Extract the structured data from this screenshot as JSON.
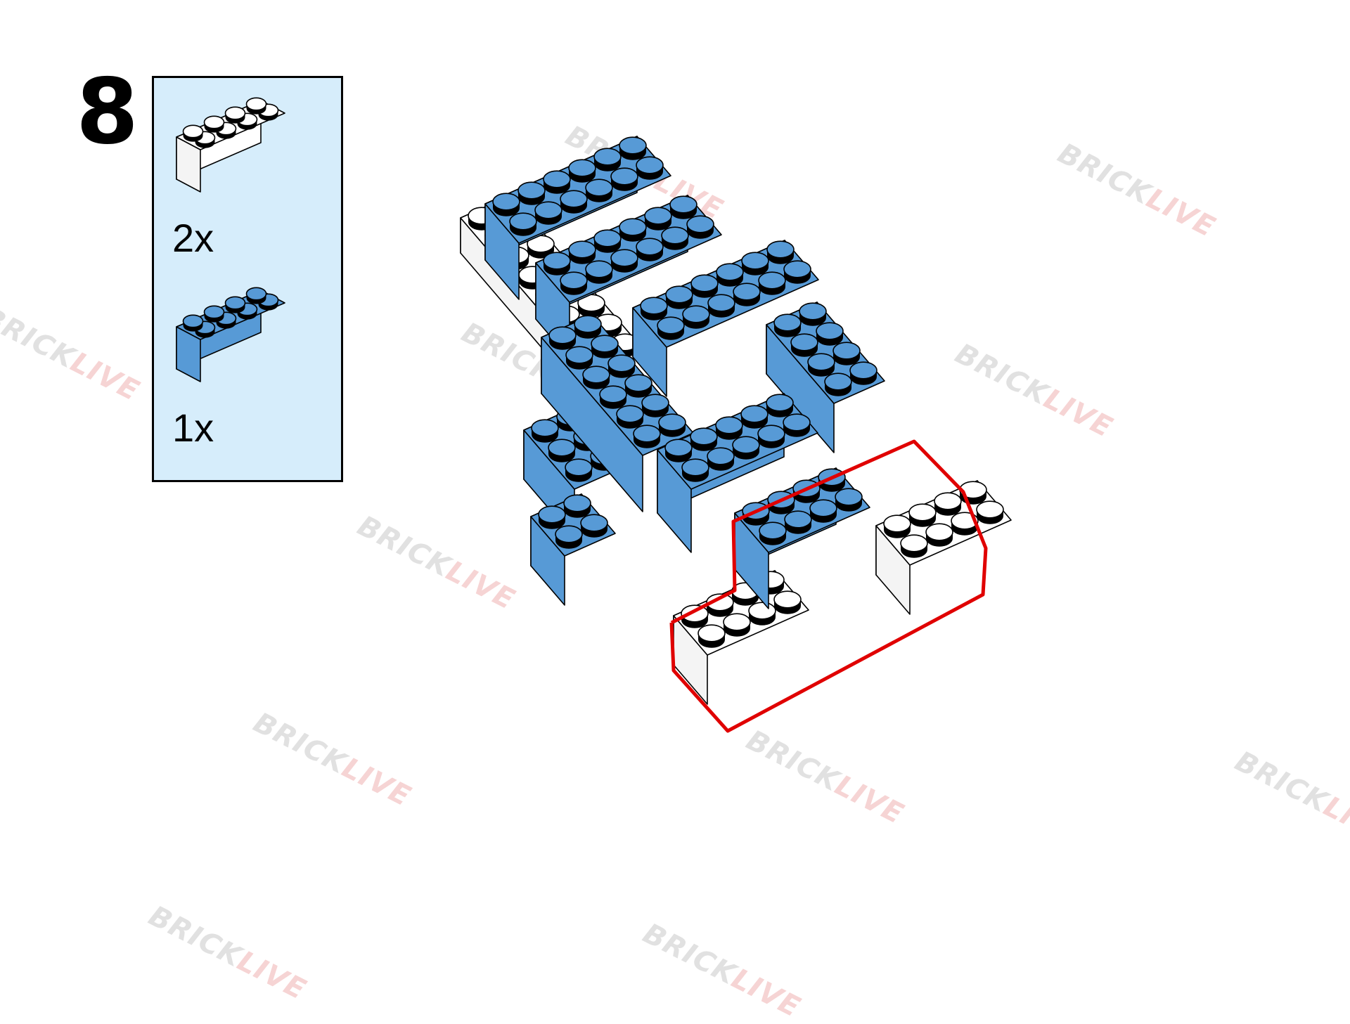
{
  "step": {
    "number": "8"
  },
  "parts": [
    {
      "quantity": "2x",
      "color": "#ffffff",
      "studs_long": 4,
      "studs_wide": 2
    },
    {
      "quantity": "1x",
      "color": "#579ad6",
      "studs_long": 4,
      "studs_wide": 2
    }
  ],
  "colors": {
    "panel_bg": "#d6edfb",
    "brick_blue": "#579ad6",
    "brick_white": "#ffffff",
    "highlight": "#e00000"
  },
  "watermark": {
    "part_a": "BRICK",
    "part_b": "LIVE"
  }
}
